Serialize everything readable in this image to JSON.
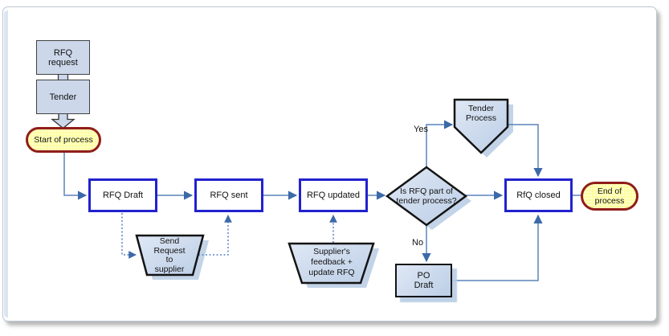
{
  "nodes": {
    "rfq_request": {
      "label": "RFQ\nrequest"
    },
    "tender": {
      "label": "Tender"
    },
    "start": {
      "label": "Start of process"
    },
    "rfq_draft": {
      "label": "RFQ Draft"
    },
    "rfq_sent": {
      "label": "RFQ sent"
    },
    "rfq_updated": {
      "label": "RFQ updated"
    },
    "decision": {
      "label": "Is RFQ part of\ntender process?"
    },
    "rfq_closed": {
      "label": "RfQ closed"
    },
    "end": {
      "label": "End of\nprocess"
    },
    "tender_process": {
      "label": "Tender\nProcess"
    },
    "po_draft": {
      "label": "PO\nDraft"
    },
    "send_request": {
      "label": "Send\nRequest\nto\nsupplier"
    },
    "supplier_feedback": {
      "label": "Supplier's\nfeedback +\nupdate RFQ"
    }
  },
  "edge_labels": {
    "yes": "Yes",
    "no": "No"
  },
  "colors": {
    "process_border": "#2222cf",
    "terminator_border": "#8f1d1a",
    "terminator_fill": "#ffffa3",
    "step_fill": "#ccd7ea",
    "blue_shape_fill": "#cfdcee",
    "shape_shadow": "#b8cce4",
    "connector_line": "#5b84ba",
    "connector_arrow": "#3c69a8",
    "dotted_line": "#3e6cc0"
  }
}
